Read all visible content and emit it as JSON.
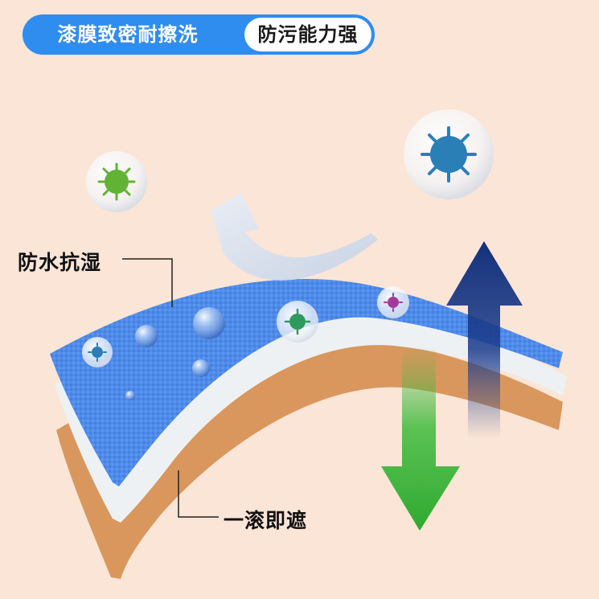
{
  "banner": {
    "left_text": "漆膜致密耐擦洗",
    "right_text": "防污能力强",
    "color": "#2f8df0"
  },
  "callouts": {
    "top": "防水抗湿",
    "bottom": "一滚即遮"
  },
  "colors": {
    "background": "#fbe5d6",
    "paint_layer": "#4f8bea",
    "white_layer": "#eef1f4",
    "wall_layer": "#d9975e",
    "arrow_up": "#1b3c8c",
    "arrow_down": "#3dbb3c"
  },
  "icons": [
    "virus-bubble-green",
    "virus-bubble-blue",
    "virus-bubble-purple",
    "water-droplet",
    "arrow-up-icon",
    "arrow-down-icon",
    "curved-arrow-icon"
  ]
}
